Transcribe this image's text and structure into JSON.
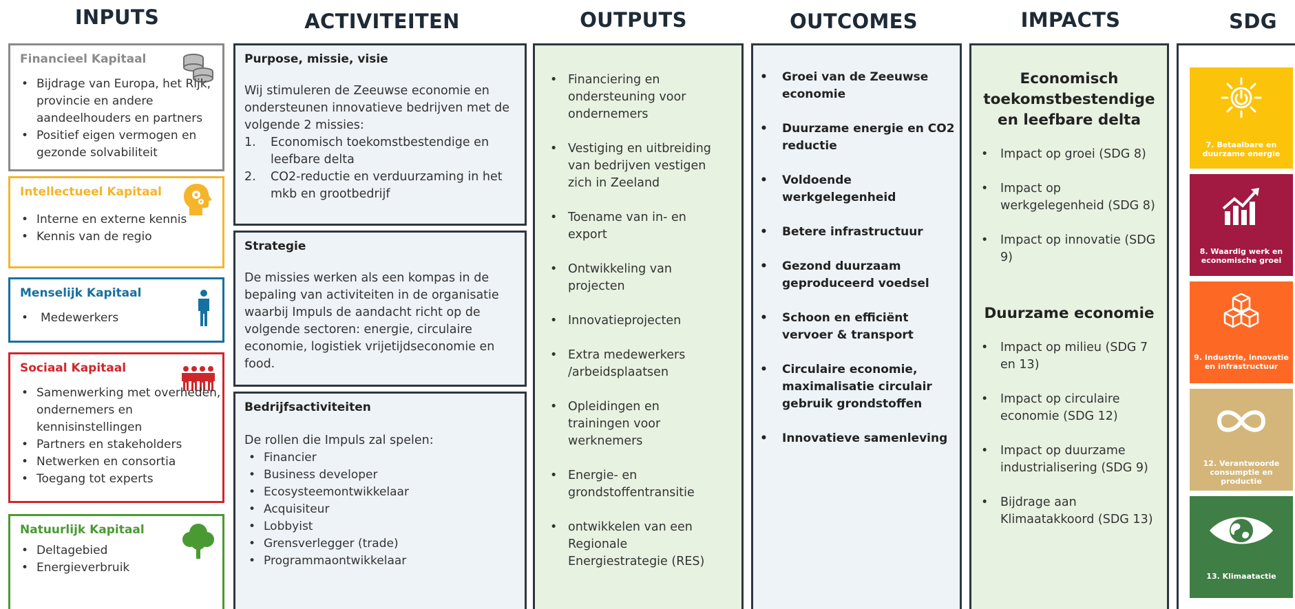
{
  "columns": {
    "inputs": "INPUTS",
    "activiteiten": "ACTIVITEITEN",
    "outputs": "OUTPUTS",
    "outcomes": "OUTCOMES",
    "impacts": "IMPACTS",
    "sdg": "SDG"
  },
  "inputs": [
    {
      "title": "Financieel Kapitaal",
      "color": "#8a8a8a",
      "icon": "coins-icon",
      "items": [
        "Bijdrage van Europa, het Rijk, provincie en andere aandeelhouders en partners",
        "Positief eigen vermogen en gezonde solvabiliteit"
      ]
    },
    {
      "title": "Intellectueel Kapitaal",
      "color": "#f5b52a",
      "icon": "head-gears-icon",
      "items": [
        "Interne en externe kennis",
        "Kennis van de regio"
      ]
    },
    {
      "title": "Menselijk Kapitaal",
      "color": "#1670a0",
      "icon": "person-icon",
      "items": [
        "Medewerkers"
      ]
    },
    {
      "title": "Sociaal Kapitaal",
      "color": "#d0262b",
      "icon": "people-group-icon",
      "items": [
        "Samenwerking met overheden, ondernemers en kennisinstellingen",
        "Partners en stakeholders",
        "Netwerken en consortia",
        "Toegang tot experts"
      ]
    },
    {
      "title": "Natuurlijk Kapitaal",
      "color": "#4a9a33",
      "icon": "tree-icon",
      "items": [
        "Deltagebied",
        "Energieverbruik"
      ]
    }
  ],
  "activiteiten": {
    "purpose": {
      "title": "Purpose, missie, visie",
      "text": "Wij stimuleren de Zeeuwse economie en ondersteunen innovatieve bedrijven met de volgende 2 missies:",
      "missions": [
        {
          "n": "1.",
          "text": "Economisch toekomstbestendige en leefbare delta"
        },
        {
          "n": "2.",
          "text": "CO2-reductie en verduurzaming in het mkb en grootbedrijf"
        }
      ]
    },
    "strategie": {
      "title": "Strategie",
      "text": "De missies werken als een kompas in de bepaling van activiteiten in de organisatie waarbij Impuls de aandacht richt op de volgende sectoren: energie, circulaire economie, logistiek vrijetijdseconomie en food."
    },
    "bedrijf": {
      "title": "Bedrijfsactiviteiten",
      "intro": "De rollen die Impuls zal spelen:",
      "roles": [
        "Financier",
        "Business developer",
        "Ecosysteemontwikkelaar",
        "Acquisiteur",
        "Lobbyist",
        "Grensverlegger (trade)",
        "Programmaontwikkelaar"
      ]
    }
  },
  "outputs": [
    "Financiering en ondersteuning voor ondernemers",
    "Vestiging en uitbreiding van bedrijven vestigen zich in Zeeland",
    "Toename van in- en export",
    "Ontwikkeling van projecten",
    "Innovatieprojecten",
    "Extra medewerkers /arbeidsplaatsen",
    "Opleidingen en trainingen voor werknemers",
    "Energie- en grondstoffentransitie",
    "ontwikkelen van een Regionale Energiestrategie (RES)"
  ],
  "outcomes": [
    "Groei van de Zeeuwse economie",
    "Duurzame energie en CO2 reductie",
    "Voldoende werkgelegenheid",
    "Betere infrastructuur",
    "Gezond duurzaam geproduceerd voedsel",
    "Schoon en efficiënt vervoer & transport",
    "Circulaire economie, maximalisatie circulair gebruik grondstoffen",
    "Innovatieve samenleving"
  ],
  "impacts": {
    "heading1": "Economisch toekomstbestendige en leefbare delta",
    "group1": [
      "Impact op groei (SDG 8)",
      "Impact op werkgelegenheid (SDG 8)",
      "Impact op innovatie (SDG 9)"
    ],
    "heading2": "Duurzame economie",
    "group2": [
      "Impact op milieu (SDG 7 en 13)",
      "Impact op circulaire economie (SDG 12)",
      "Impact op duurzame industrialisering (SDG 9)",
      "Bijdrage aan Klimaatakkoord (SDG 13)"
    ]
  },
  "sdg": [
    {
      "label": "7. Betaalbare en duurzame energie",
      "color": "#fcc30b",
      "icon": "sun-power-icon"
    },
    {
      "label": "8. Waardig werk en economische groei",
      "color": "#a21942",
      "icon": "growth-chart-icon"
    },
    {
      "label": "9. Industrie, innovatie en infrastructuur",
      "color": "#fd6925",
      "icon": "cubes-icon"
    },
    {
      "label": "12. Verantwoorde consumptie en productie",
      "color": "#d4b67a",
      "icon": "infinity-icon"
    },
    {
      "label": "13. Klimaatactie",
      "color": "#3f7e44",
      "icon": "eye-globe-icon"
    }
  ]
}
